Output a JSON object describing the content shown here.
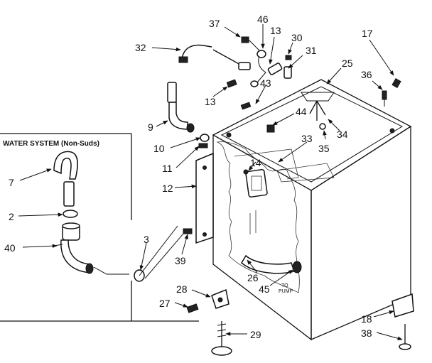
{
  "inset": {
    "title": "WATER SYSTEM (Non-Suds)"
  },
  "note": {
    "to_pump_line1": "TO",
    "to_pump_line2": "PUMP"
  },
  "callouts": {
    "p37": "37",
    "p46": "46",
    "p13a": "13",
    "p30": "30",
    "p17": "17",
    "p32": "32",
    "p31": "31",
    "p25": "25",
    "p36": "36",
    "p43": "43",
    "p13b": "13",
    "p9": "9",
    "p44": "44",
    "p34": "34",
    "p33": "33",
    "p35": "35",
    "p10": "10",
    "p11": "11",
    "p14": "14",
    "p12": "12",
    "p7": "7",
    "p2": "2",
    "p40": "40",
    "p3": "3",
    "p39": "39",
    "p26": "26",
    "p45": "45",
    "p28": "28",
    "p27": "27",
    "p18": "18",
    "p29": "29",
    "p38": "38"
  }
}
